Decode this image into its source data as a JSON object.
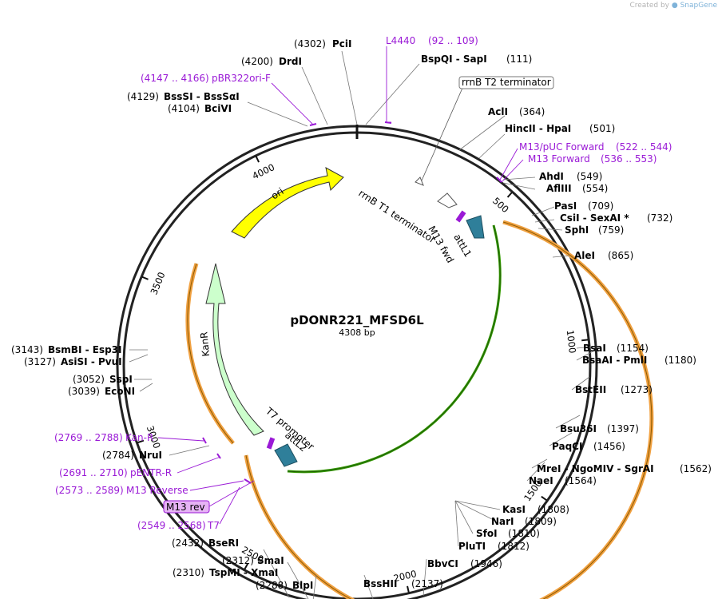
{
  "credit": {
    "prefix": "Created by",
    "brand": "SnapGene"
  },
  "plasmid": {
    "name": "pDONR221_MFSD6L",
    "length": "4308 bp"
  },
  "ring_ticks": [
    {
      "label": "500",
      "pos": 500
    },
    {
      "label": "1000",
      "pos": 1000
    },
    {
      "label": "1500",
      "pos": 1500
    },
    {
      "label": "2000",
      "pos": 2000
    },
    {
      "label": "2500",
      "pos": 2500
    },
    {
      "label": "3000",
      "pos": 3000
    },
    {
      "label": "3500",
      "pos": 3500
    },
    {
      "label": "4000",
      "pos": 4000
    }
  ],
  "features": {
    "ori": "ori",
    "kanr": "KanR",
    "rrnb_t1": "rrnB T1 terminator",
    "rrnb_t2": "rrnB T2 terminator",
    "m13_fwd": "M13 fwd",
    "attl1": "attL1",
    "t7_promoter": "T7 promoter",
    "attl2": "attL2",
    "m13_rev": "M13 rev"
  },
  "sites": [
    {
      "name": "PciI",
      "pos": "(4302)"
    },
    {
      "name": "DrdI",
      "pos": "(4200)"
    },
    {
      "name": "BssSI  -  BssSαI",
      "pos": "(4129)"
    },
    {
      "name": "BciVI",
      "pos": "(4104)"
    },
    {
      "name": "BspQI  -  SapI",
      "pos": "(111)"
    },
    {
      "name": "AclI",
      "pos": "(364)"
    },
    {
      "name": "HincII  -  HpaI",
      "pos": "(501)"
    },
    {
      "name": "AhdI",
      "pos": "(549)"
    },
    {
      "name": "AflIII",
      "pos": "(554)"
    },
    {
      "name": "PasI",
      "pos": "(709)"
    },
    {
      "name": "CsiI  -  SexAI *",
      "pos": "(732)"
    },
    {
      "name": "SphI",
      "pos": "(759)"
    },
    {
      "name": "AleI",
      "pos": "(865)"
    },
    {
      "name": "BsaI",
      "pos": "(1154)"
    },
    {
      "name": "BsaAI  -  PmlI",
      "pos": "(1180)"
    },
    {
      "name": "BstEII",
      "pos": "(1273)"
    },
    {
      "name": "Bsu36I",
      "pos": "(1397)"
    },
    {
      "name": "PaqCI",
      "pos": "(1456)"
    },
    {
      "name": "MreI  -  NgoMIV  -  SgrAI",
      "pos": "(1562)"
    },
    {
      "name": "NaeI",
      "pos": "(1564)"
    },
    {
      "name": "KasI",
      "pos": "(1808)"
    },
    {
      "name": "NarI",
      "pos": "(1809)"
    },
    {
      "name": "SfoI",
      "pos": "(1810)"
    },
    {
      "name": "PluTI",
      "pos": "(1812)"
    },
    {
      "name": "BbvCI",
      "pos": "(1946)"
    },
    {
      "name": "BssHII",
      "pos": "(2137)"
    },
    {
      "name": "BlpI",
      "pos": "(2288)"
    },
    {
      "name": "SmaI",
      "pos": "(2312)"
    },
    {
      "name": "TspMI  -  XmaI",
      "pos": "(2310)"
    },
    {
      "name": "BseRI",
      "pos": "(2432)"
    },
    {
      "name": "BsmBI  -  Esp3I",
      "pos": "(3143)"
    },
    {
      "name": "AsiSI  -  PvuI",
      "pos": "(3127)"
    },
    {
      "name": "SspI",
      "pos": "(3052)"
    },
    {
      "name": "EcoNI",
      "pos": "(3039)"
    },
    {
      "name": "NruI",
      "pos": "(2784)"
    }
  ],
  "primers": [
    {
      "name": "L4440",
      "range": "(92 .. 109)"
    },
    {
      "name": "pBR322ori-F",
      "range": "(4147 .. 4166)"
    },
    {
      "name": "M13/pUC Forward",
      "range": "(522 .. 544)"
    },
    {
      "name": "M13 Forward",
      "range": "(536 .. 553)"
    },
    {
      "name": "Kan-R",
      "range": "(2769 .. 2788)"
    },
    {
      "name": "pENTR-R",
      "range": "(2691 .. 2710)"
    },
    {
      "name": "M13 Reverse",
      "range": "(2573 .. 2589)"
    },
    {
      "name": "T7",
      "range": "(2549 .. 2568)"
    }
  ],
  "colors": {
    "backbone": "#111111",
    "ori": "#ffff00",
    "kanr": "#ccffcc",
    "attl": "#2f7f9a",
    "insert_green": "#339900",
    "insert_orange": "#f0a040",
    "primer": "#9a1ad6",
    "m13rev_fill": "#e6b3f5"
  }
}
